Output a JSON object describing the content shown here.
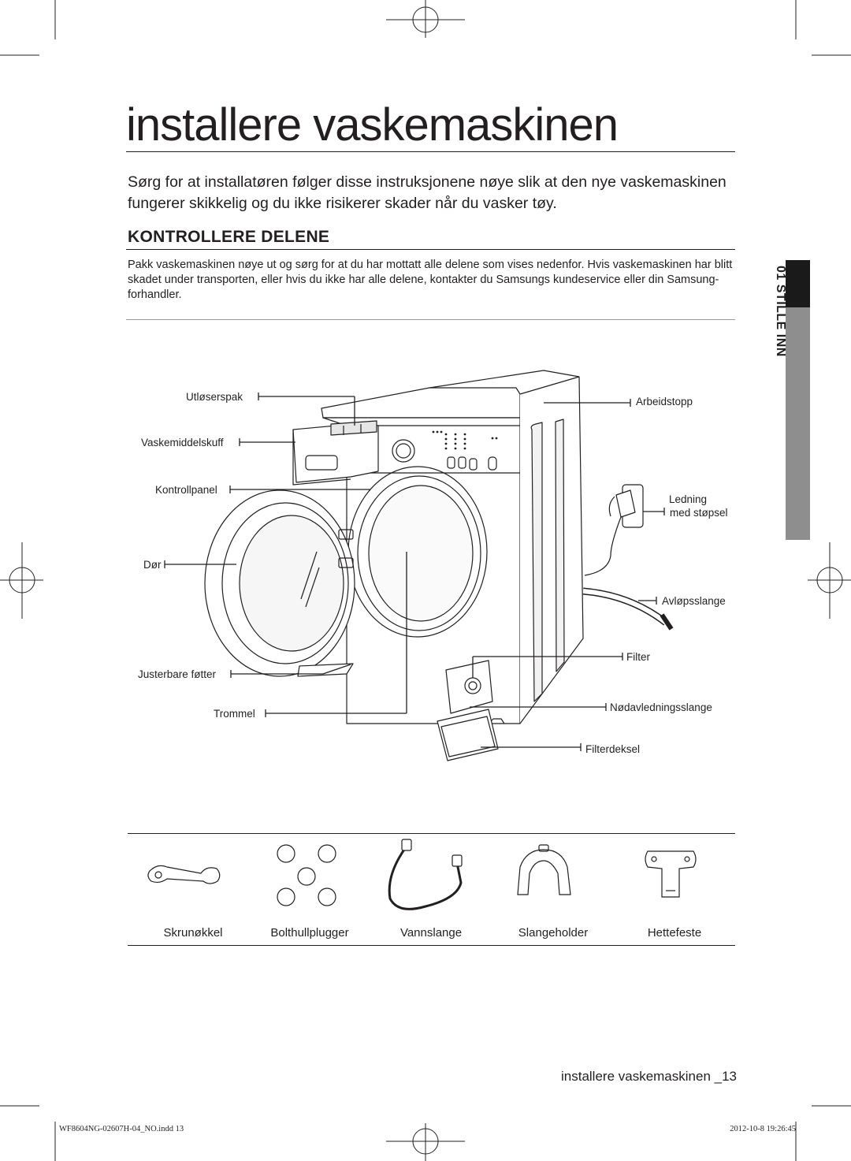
{
  "page": {
    "title": "installere vaskemaskinen",
    "intro": "Sørg for at installatøren følger disse instruksjonene nøye slik at den nye vaskemaskinen fungerer skikkelig og du ikke risikerer skader når du vasker tøy."
  },
  "section": {
    "heading": "KONTROLLERE DELENE",
    "body": "Pakk vaskemaskinen nøye ut og sørg for at du har mottatt alle delene som vises nedenfor. Hvis vaskemaskinen har blitt skadet under transporten, eller hvis du ikke har alle delene, kontakter du Samsungs kundeservice eller din Samsung-forhandler."
  },
  "side_tab": {
    "label": "01 STILLE INN"
  },
  "diagram": {
    "labels_left": {
      "release_lever": "Utløserspak",
      "detergent_drawer": "Vaskemiddelskuff",
      "control_panel": "Kontrollpanel",
      "door": "Dør",
      "adjustable_feet": "Justerbare føtter",
      "drum": "Trommel"
    },
    "labels_right": {
      "worktop": "Arbeidstopp",
      "power_cord_line1": "Ledning",
      "power_cord_line2": "med støpsel",
      "drain_hose": "Avløpsslange",
      "filter": "Filter",
      "emergency_drain_tube": "Nødavledningsslange",
      "filter_cover": "Filterdeksel"
    }
  },
  "accessories": {
    "items": [
      {
        "label": "Skrunøkkel",
        "icon": "spanner-icon"
      },
      {
        "label": "Bolthullplugger",
        "icon": "bolt-hole-caps-icon"
      },
      {
        "label": "Vannslange",
        "icon": "water-hose-icon"
      },
      {
        "label": "Slangeholder",
        "icon": "hose-guide-icon"
      },
      {
        "label": "Hettefeste",
        "icon": "cap-holder-icon"
      }
    ]
  },
  "footer": {
    "page_label": "installere vaskemaskinen _13",
    "print_file": "WF8604NG-02607H-04_NO.indd   13",
    "print_date": "2012-10-8   19:26:45"
  },
  "colors": {
    "text": "#231f20",
    "tab_black": "#1a1a1a",
    "tab_gray": "#8e8e8e"
  }
}
